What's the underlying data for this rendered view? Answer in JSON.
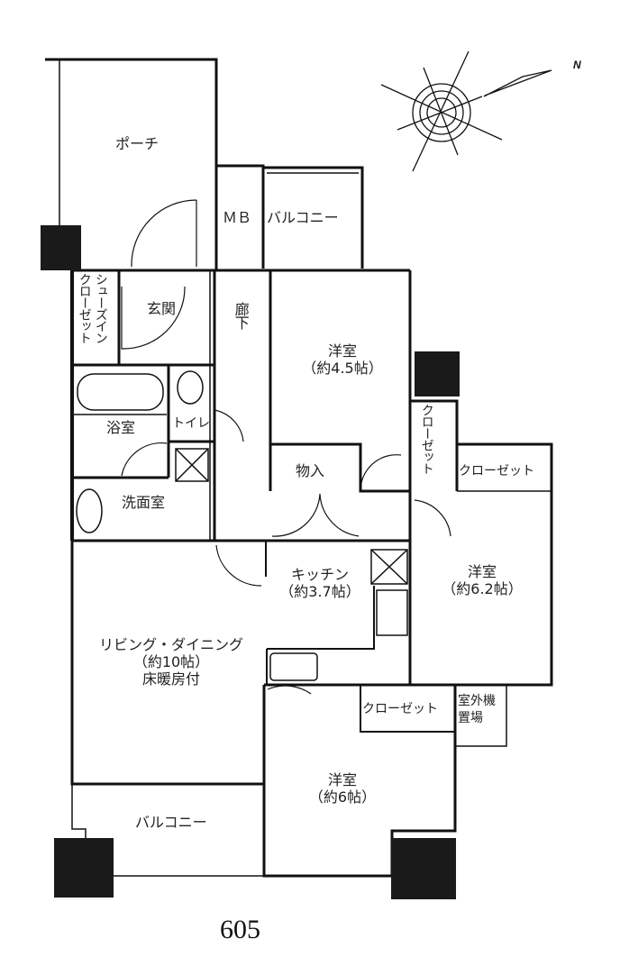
{
  "plan": {
    "unit_number": "605",
    "north_label": "N",
    "rooms": {
      "porch": "ポーチ",
      "mb": "ＭＢ",
      "balcony_top": "バルコニー",
      "shoes_in_closet_col1": "シューズイン",
      "shoes_in_closet_col2": "クローゼット",
      "entrance": "玄関",
      "corridor": "廊下",
      "western_room_1": {
        "name": "洋室",
        "size": "（約4.5帖）"
      },
      "closet_vertical": "クローゼット",
      "bathroom": "浴室",
      "toilet": "トイレ",
      "storage": "物入",
      "washroom": "洗面室",
      "closet_room2": "クローゼット",
      "western_room_2": {
        "name": "洋室",
        "size": "（約6.2帖）"
      },
      "kitchen": {
        "name": "キッチン",
        "size": "（約3.7帖）"
      },
      "living_dining": {
        "name": "リビング・ダイニング",
        "size": "（約10帖）",
        "note": "床暖房付"
      },
      "closet_room3": "クローゼット",
      "outdoor_unit_col1": "室外機",
      "outdoor_unit_col2": "置場",
      "western_room_3": {
        "name": "洋室",
        "size": "（約6帖）"
      },
      "balcony_bottom": "バルコニー"
    },
    "colors": {
      "wall": "#111111",
      "background": "#ffffff",
      "pillar": "#1a1a1a"
    }
  }
}
